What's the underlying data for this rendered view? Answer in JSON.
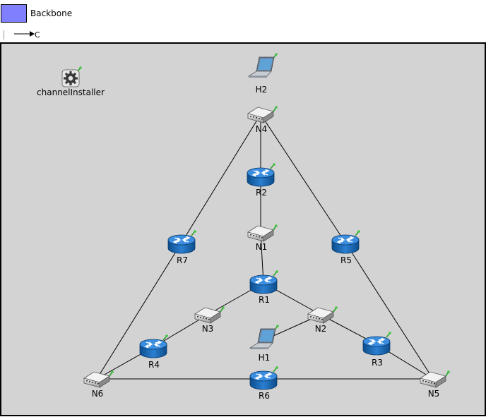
{
  "legend": {
    "network_name": "Backbone",
    "network_color": "#8080ff",
    "channel_label": "C"
  },
  "background_color": "#d3d3d3",
  "router_color": "#1f6fbf",
  "nodes": [
    {
      "id": "channelInstaller",
      "label": "channelInstaller",
      "kind": "gear-icon"
    },
    {
      "id": "H2",
      "label": "H2",
      "kind": "laptop-icon"
    },
    {
      "id": "N4",
      "label": "N4",
      "kind": "switch-icon"
    },
    {
      "id": "R2",
      "label": "R2",
      "kind": "router-icon"
    },
    {
      "id": "N1",
      "label": "N1",
      "kind": "switch-icon"
    },
    {
      "id": "R7",
      "label": "R7",
      "kind": "router-icon"
    },
    {
      "id": "R5",
      "label": "R5",
      "kind": "router-icon"
    },
    {
      "id": "R1",
      "label": "R1",
      "kind": "router-icon"
    },
    {
      "id": "N3",
      "label": "N3",
      "kind": "switch-icon"
    },
    {
      "id": "N2",
      "label": "N2",
      "kind": "switch-icon"
    },
    {
      "id": "H1",
      "label": "H1",
      "kind": "laptop-icon"
    },
    {
      "id": "R4",
      "label": "R4",
      "kind": "router-icon"
    },
    {
      "id": "R3",
      "label": "R3",
      "kind": "router-icon"
    },
    {
      "id": "N6",
      "label": "N6",
      "kind": "switch-icon"
    },
    {
      "id": "R6",
      "label": "R6",
      "kind": "router-icon"
    },
    {
      "id": "N5",
      "label": "N5",
      "kind": "switch-icon"
    }
  ],
  "links": [
    [
      "N4",
      "R2"
    ],
    [
      "R2",
      "N1"
    ],
    [
      "N1",
      "R1"
    ],
    [
      "N4",
      "R7"
    ],
    [
      "N4",
      "R5"
    ],
    [
      "R7",
      "N6"
    ],
    [
      "R5",
      "N5"
    ],
    [
      "R1",
      "N3"
    ],
    [
      "R1",
      "N2"
    ],
    [
      "N3",
      "R4"
    ],
    [
      "R4",
      "N6"
    ],
    [
      "N2",
      "H1"
    ],
    [
      "N2",
      "R3"
    ],
    [
      "R3",
      "N5"
    ],
    [
      "N6",
      "R6"
    ],
    [
      "R6",
      "N5"
    ]
  ]
}
